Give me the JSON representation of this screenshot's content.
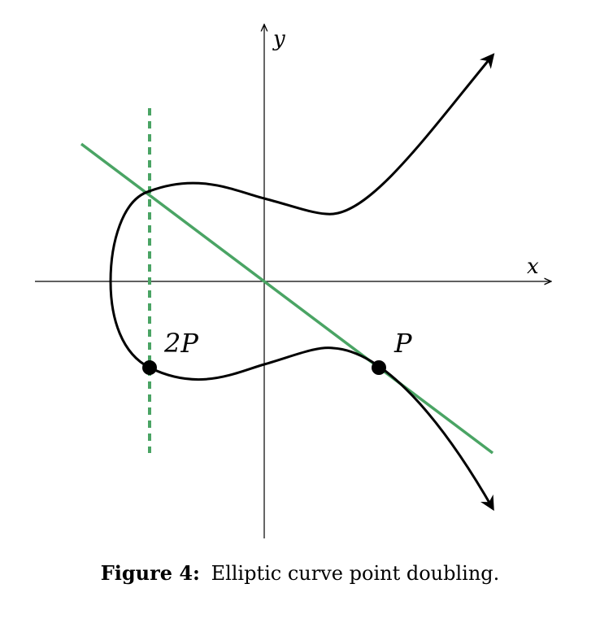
{
  "figure": {
    "axis_labels": {
      "x": "x",
      "y": "y"
    },
    "point_labels": {
      "p": "P",
      "two_p": "2P"
    },
    "caption": {
      "label": "Figure 4:",
      "text": "Elliptic curve point doubling."
    }
  },
  "colors": {
    "axis": "#000000",
    "curve": "#000000",
    "tangent_line": "#4aa464",
    "vertical_line": "#4aa464",
    "points": "#000000"
  }
}
